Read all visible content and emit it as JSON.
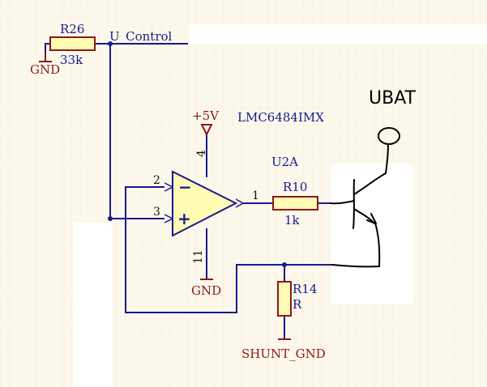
{
  "components": {
    "r26": {
      "ref": "R26",
      "value": "33k"
    },
    "r10": {
      "ref": "R10",
      "value": "1k"
    },
    "r14": {
      "ref": "R14",
      "value": "R"
    },
    "opamp": {
      "part": "LMC6484IMX",
      "designator": "U2A",
      "minus_sign": "−",
      "plus_sign": "+"
    }
  },
  "nets": {
    "gnd_left": "GND",
    "gnd_opamp": "GND",
    "u_control": "U_Control",
    "supply": "+5V",
    "shunt_gnd": "SHUNT_GND"
  },
  "pins": {
    "inv": "2",
    "noninv": "3",
    "out": "1",
    "vcc": "4",
    "vee": "11"
  },
  "handwritten": {
    "ubat": "UBAT"
  },
  "colors": {
    "background": "#fcf8ec",
    "wire": "#1a1a8c",
    "component": "#8b1a1a",
    "opamp_fill": "#fffbb4",
    "resistor_fill": "#fffbb4"
  }
}
